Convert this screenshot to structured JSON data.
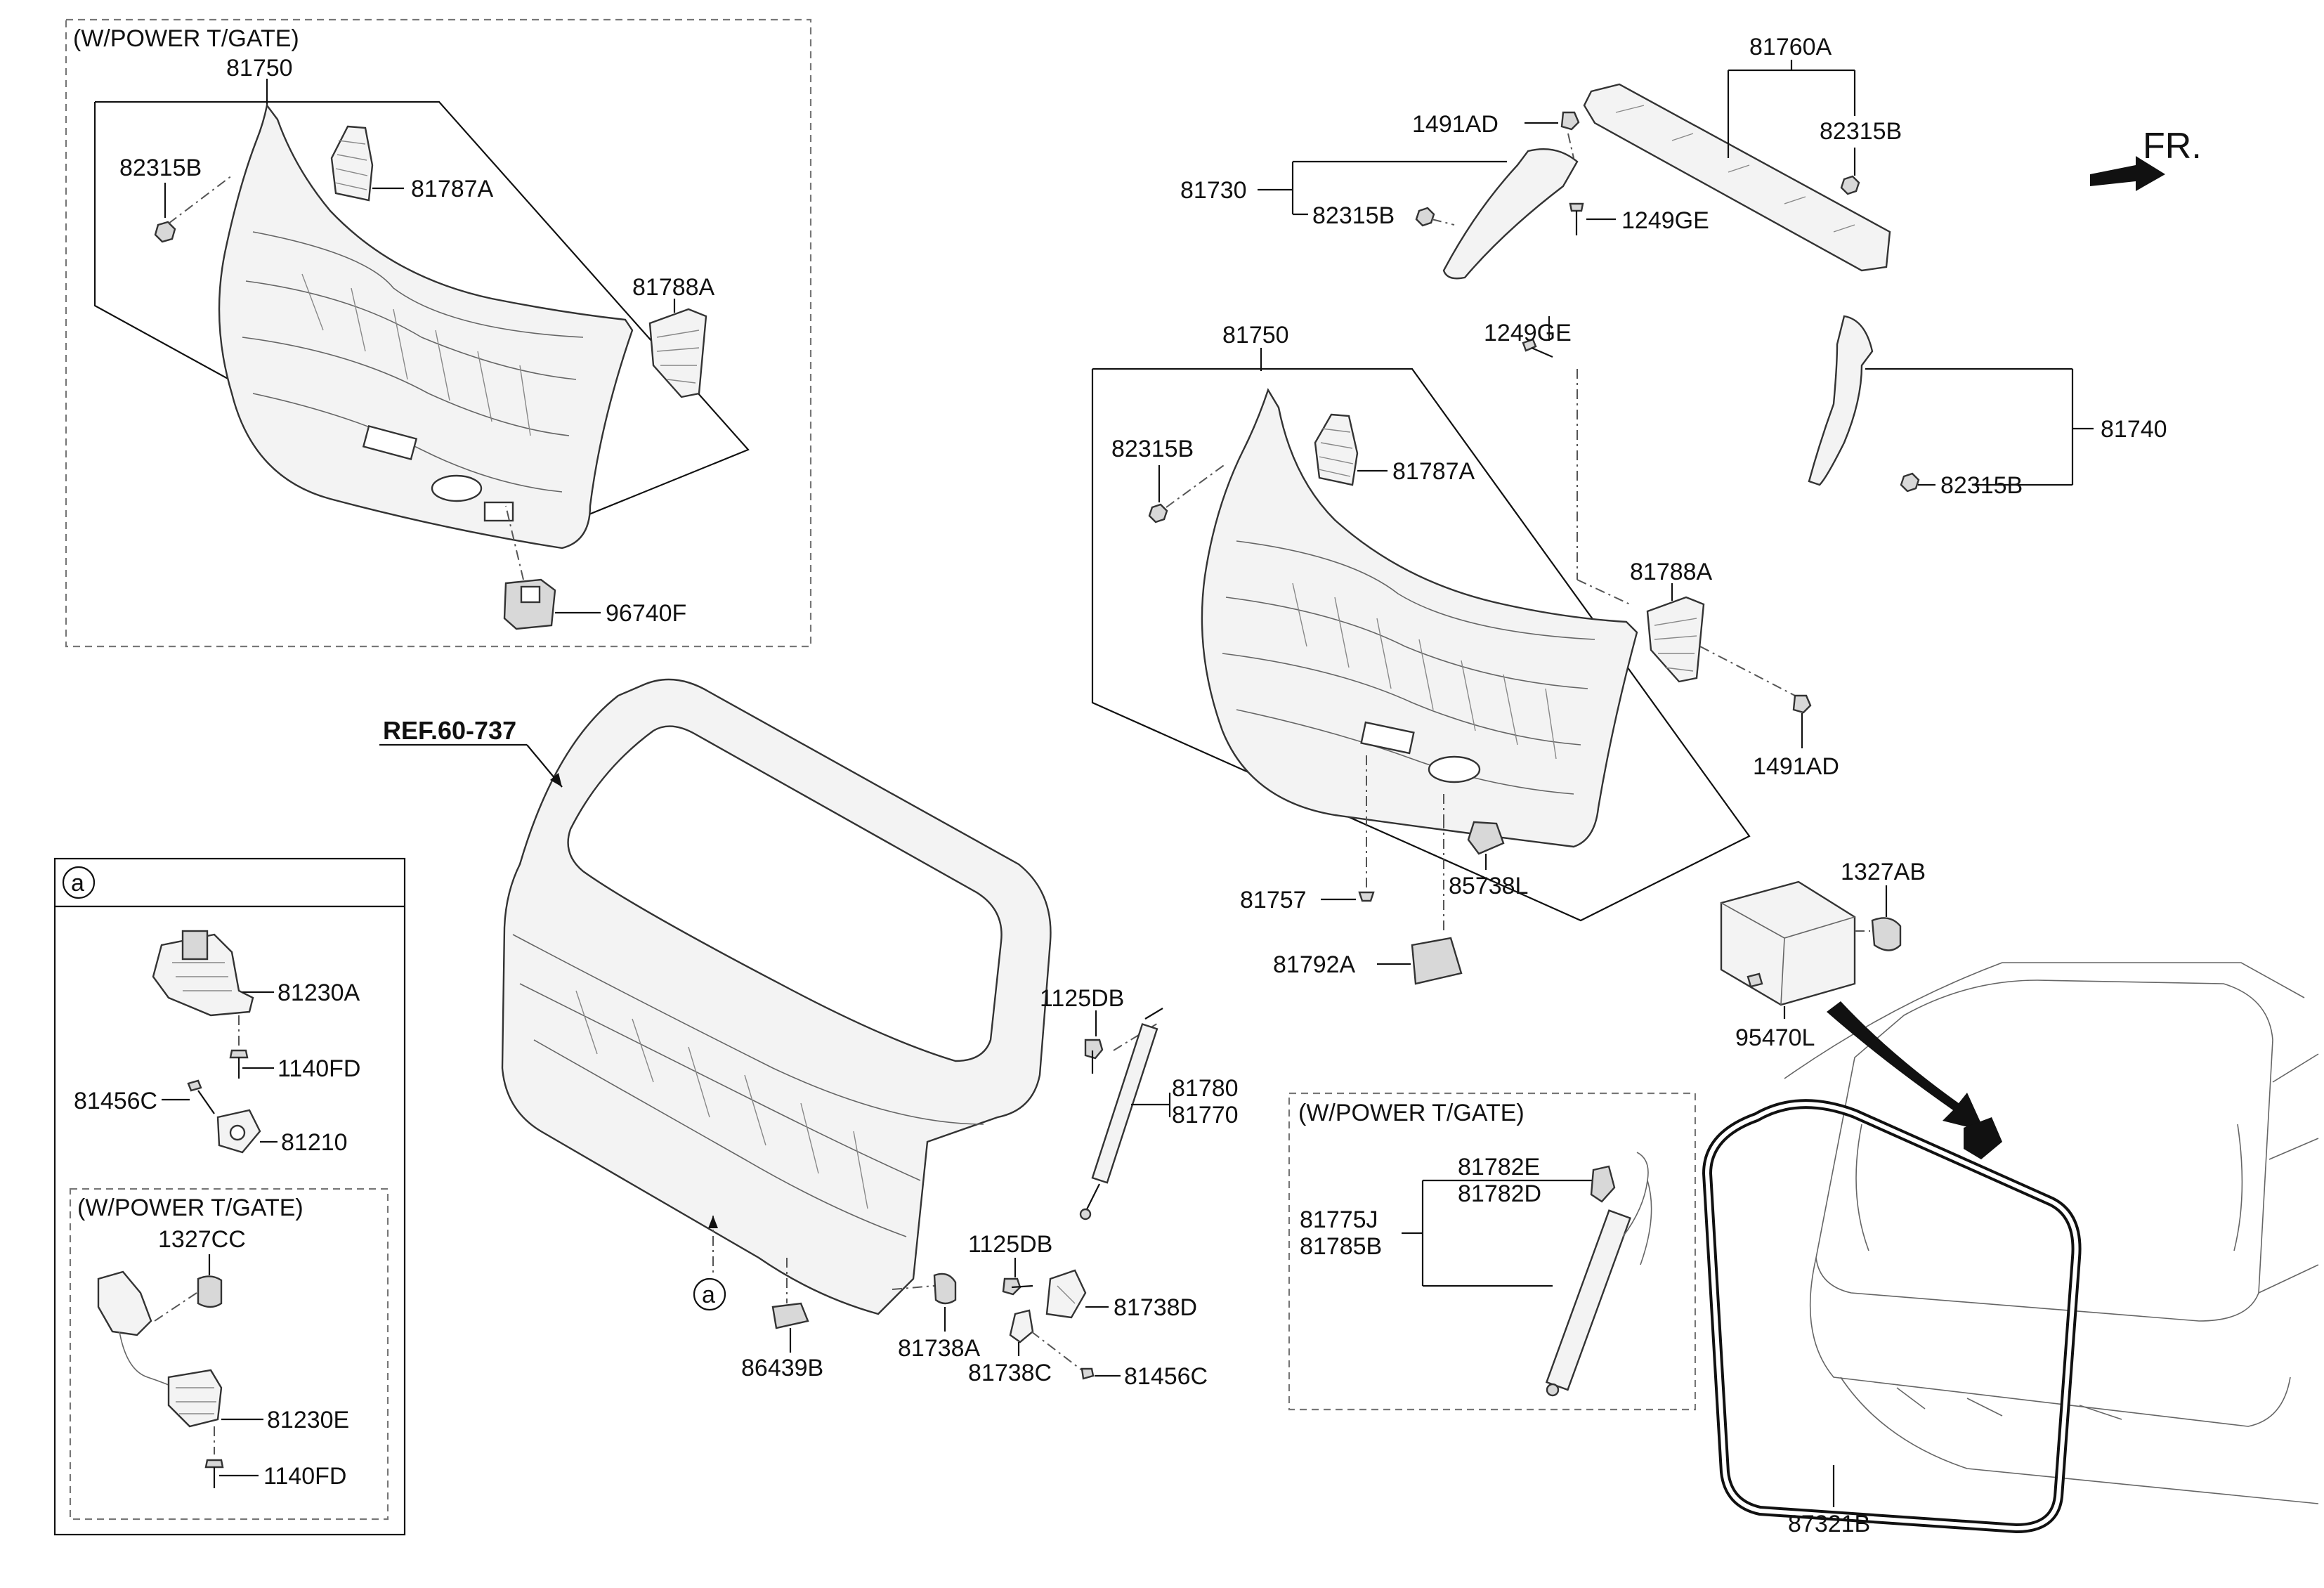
{
  "diagram": {
    "direction_label": "FR.",
    "ref_label": "REF.60-737",
    "callout_letter": "a",
    "boxes": {
      "power_tgate_top": "(W/POWER T/GATE)",
      "detail_a_inner": "(W/POWER T/GATE)",
      "power_tgate_strut": "(W/POWER T/GATE)"
    },
    "labels": {
      "top_81750": "81750",
      "top_82315B": "82315B",
      "top_81787A": "81787A",
      "top_81788A": "81788A",
      "top_96740F": "96740F",
      "p81760A": "81760A",
      "p1491AD_top": "1491AD",
      "p82315B_r1": "82315B",
      "p81730": "81730",
      "p82315B_r2": "82315B",
      "p1249GE_top": "1249GE",
      "mid_81750": "81750",
      "p1249GE_mid": "1249GE",
      "p81740": "81740",
      "mid_82315B": "82315B",
      "mid_81787A": "81787A",
      "p82315B_r3": "82315B",
      "mid_81788A": "81788A",
      "p1491AD_mid": "1491AD",
      "p81757": "81757",
      "p85738L": "85738L",
      "p81792A": "81792A",
      "p1327AB": "1327AB",
      "p95470L": "95470L",
      "p1125DB_a": "1125DB",
      "p81780": "81780",
      "p81770": "81770",
      "p1125DB_b": "1125DB",
      "p81738D": "81738D",
      "p81738A": "81738A",
      "p81738C": "81738C",
      "p81456C_r": "81456C",
      "p86439B": "86439B",
      "p81782E": "81782E",
      "p81782D": "81782D",
      "p81775J": "81775J",
      "p81785B": "81785B",
      "p87321B": "87321B",
      "a_81230A": "81230A",
      "a_1140FD_1": "1140FD",
      "a_81456C": "81456C",
      "a_81210": "81210",
      "a_1327CC": "1327CC",
      "a_81230E": "81230E",
      "a_1140FD_2": "1140FD"
    }
  }
}
